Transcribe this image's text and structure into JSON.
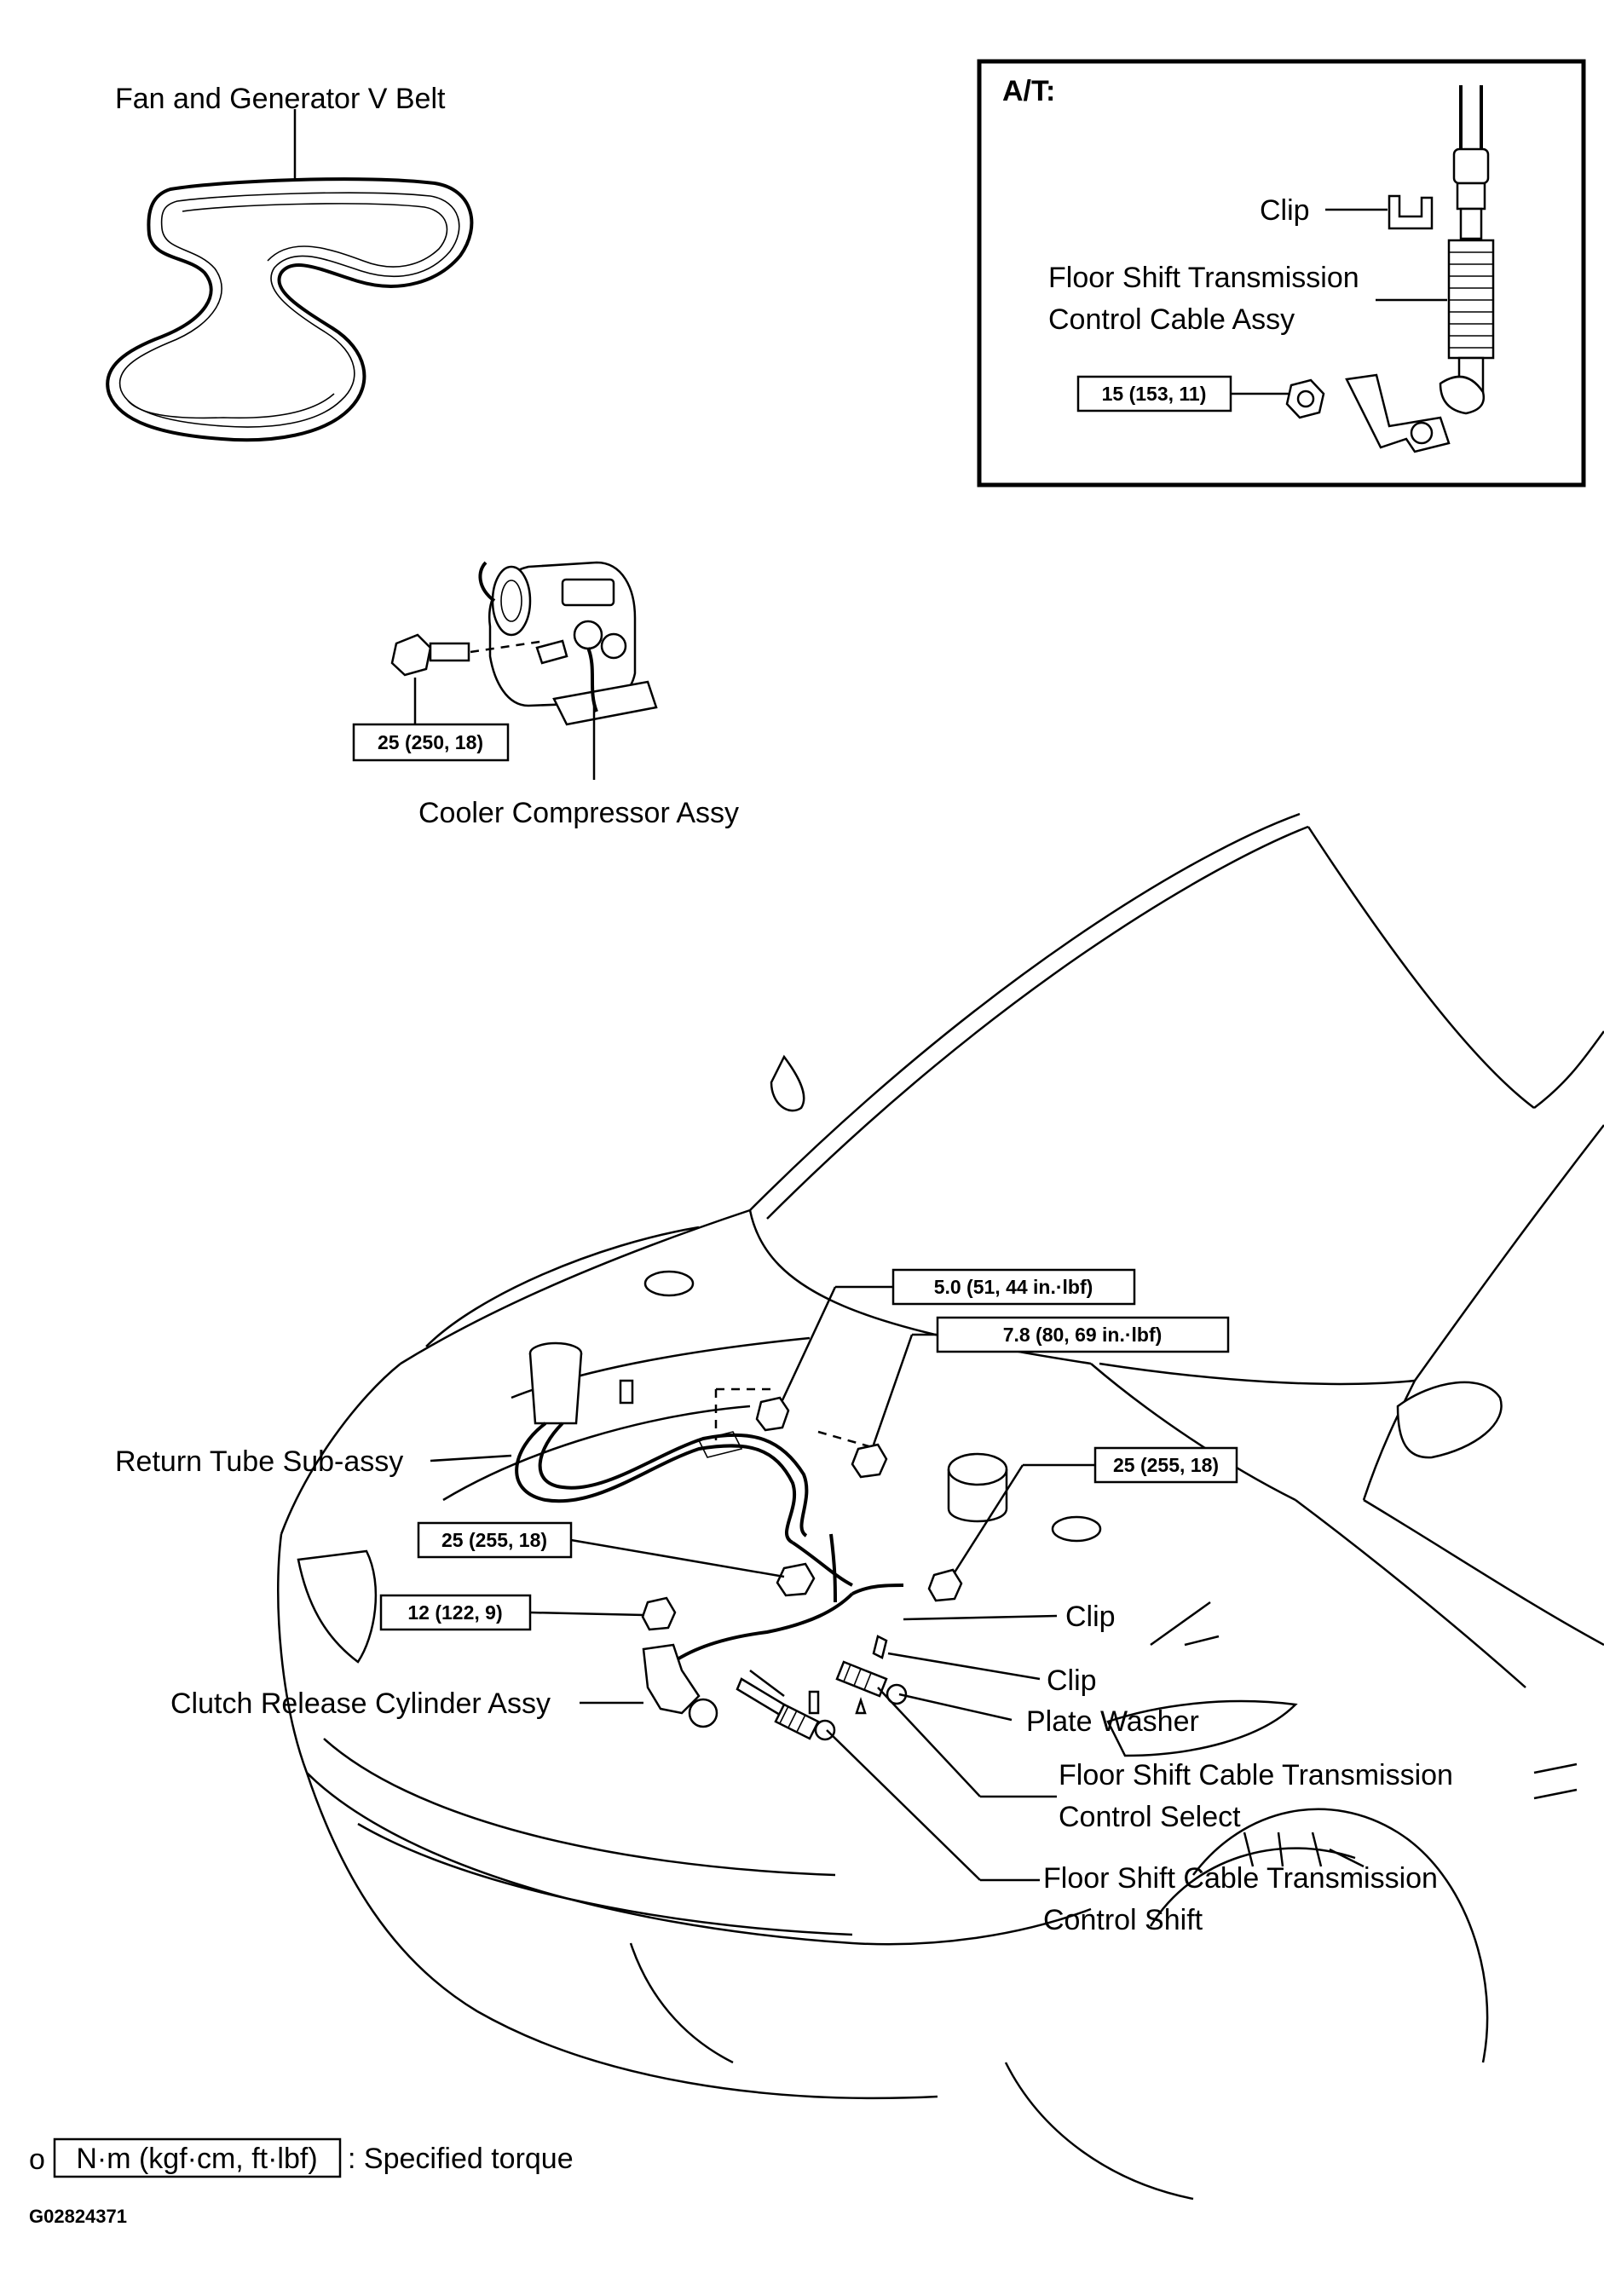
{
  "labels": {
    "v_belt": "Fan and Generator V Belt",
    "at_header": "A/T:",
    "clip_at": "Clip",
    "floor_shift_cable_line1": "Floor Shift Transmission",
    "floor_shift_cable_line2": "Control Cable Assy",
    "cooler_compressor": "Cooler Compressor Assy",
    "return_tube": "Return Tube  Sub-assy",
    "clutch_release": "Clutch Release Cylinder Assy",
    "clip_1": "Clip",
    "clip_2": "Clip",
    "plate_washer": "Plate Washer",
    "select_line1": "Floor Shift Cable Transmission",
    "select_line2": "Control Select",
    "shift_line1": "Floor Shift Cable Transmission",
    "shift_line2": "Control Shift"
  },
  "torques": {
    "at_nut": "15 (153, 11)",
    "compressor_bolt": "25 (250, 18)",
    "top_bolt_a": "5.0 (51, 44 in.·lbf)",
    "top_bolt_b": "7.8 (80, 69 in.·lbf)",
    "right_bolt": "25 (255, 18)",
    "left_bolt": "25 (255, 18)",
    "cylinder_bolt": "12 (122, 9)"
  },
  "legend": {
    "marker": "o",
    "unit": "N·m (kgf·cm, ft·lbf)",
    "text": ": Specified torque"
  },
  "figure_code": "G02824371"
}
